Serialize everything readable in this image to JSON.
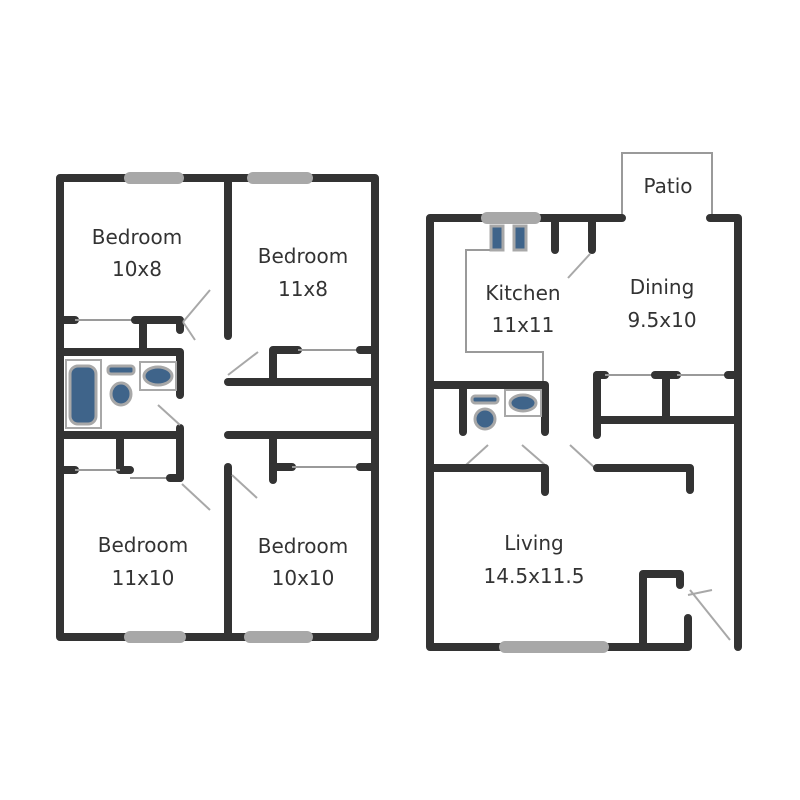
{
  "colors": {
    "wall": "#333333",
    "window": "#a8a8a8",
    "fixture": "#3f648a",
    "background": "#ffffff"
  },
  "upper_floor": {
    "rooms": [
      {
        "name": "Bedroom",
        "size": "10x8"
      },
      {
        "name": "Bedroom",
        "size": "11x8"
      },
      {
        "name": "Bedroom",
        "size": "11x10"
      },
      {
        "name": "Bedroom",
        "size": "10x10"
      }
    ]
  },
  "lower_floor": {
    "patio": "Patio",
    "rooms": [
      {
        "name": "Kitchen",
        "size": "11x11"
      },
      {
        "name": "Dining",
        "size": "9.5x10"
      },
      {
        "name": "Living",
        "size": "14.5x11.5"
      }
    ]
  }
}
